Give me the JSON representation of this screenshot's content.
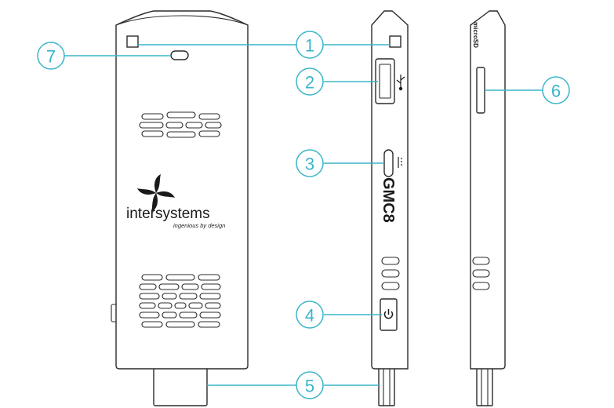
{
  "brand": {
    "name": "intersystems",
    "tagline": "ingenious by design"
  },
  "model": "GMC8",
  "card_slot_label": "microSD",
  "callouts": [
    "1",
    "2",
    "3",
    "4",
    "5",
    "6",
    "7"
  ],
  "colors": {
    "callout": "#3ab5c9",
    "outline": "#2b2b2b"
  },
  "icons": {
    "usb": "usb-icon",
    "power": "power-icon",
    "dc": "dc-power-icon"
  }
}
